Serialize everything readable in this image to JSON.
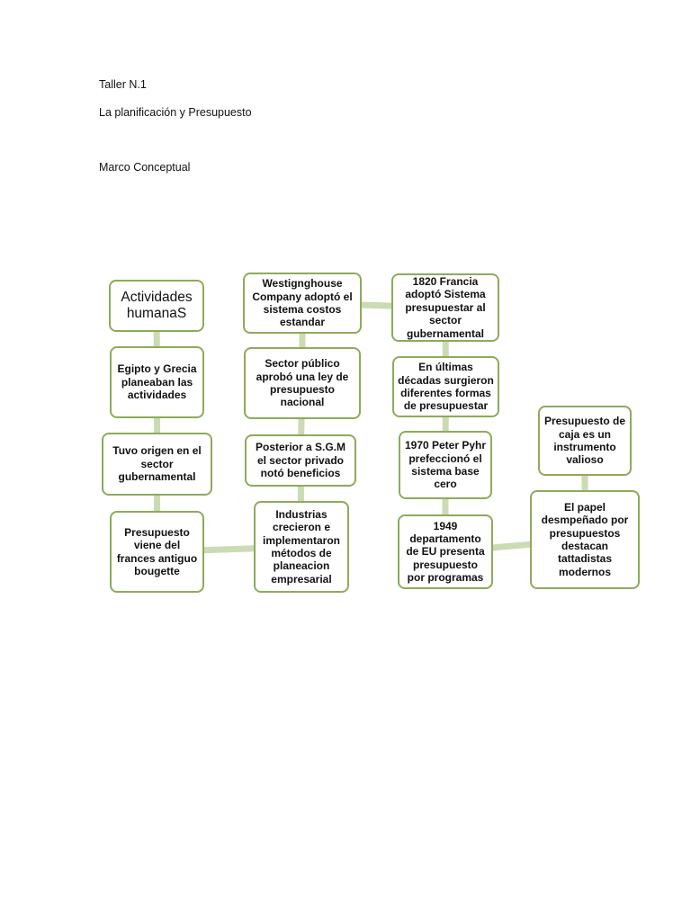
{
  "header": {
    "title": "Taller N.1",
    "subtitle": "La planificación y Presupuesto",
    "section": "Marco Conceptual"
  },
  "diagram": {
    "colors": {
      "border": "#8dab5a",
      "connector": "#cbdbb3",
      "fill": "#ffffff"
    },
    "nodes": [
      {
        "id": "n1",
        "text": "Actividades humanaS"
      },
      {
        "id": "n2",
        "text": "Egipto y Grecia planeaban las actividades"
      },
      {
        "id": "n3",
        "text": "Tuvo origen en el sector gubernamental"
      },
      {
        "id": "n4",
        "text": "Presupuesto viene del frances antiguo bougette"
      },
      {
        "id": "n5",
        "text": "Industrias crecieron e implementaron métodos de planeacion empresarial"
      },
      {
        "id": "n6",
        "text": "Posterior a S.G.M el sector privado notó beneficios"
      },
      {
        "id": "n7",
        "text": "Sector público aprobó una  ley de presupuesto nacional"
      },
      {
        "id": "n8",
        "text": "Westignghouse Company adoptó el sistema costos estandar"
      },
      {
        "id": "n9",
        "text": "1820  Francia adoptó Sistema presupuestar al sector gubernamental"
      },
      {
        "id": "n10",
        "text": "En últimas décadas surgieron diferentes formas de presupuestar"
      },
      {
        "id": "n11",
        "text": "1970 Peter Pyhr prefeccionó el sistema base cero"
      },
      {
        "id": "n12",
        "text": "1949 departamento de EU presenta presupuesto por programas"
      },
      {
        "id": "n13",
        "text": "El papel desmpeñado por presupuestos destacan tattadistas modernos"
      },
      {
        "id": "n14",
        "text": "Presupuesto de caja es un instrumento valioso"
      }
    ],
    "edges": [
      [
        "n1",
        "n2"
      ],
      [
        "n2",
        "n3"
      ],
      [
        "n3",
        "n4"
      ],
      [
        "n4",
        "n5"
      ],
      [
        "n5",
        "n6"
      ],
      [
        "n6",
        "n7"
      ],
      [
        "n7",
        "n8"
      ],
      [
        "n8",
        "n9"
      ],
      [
        "n9",
        "n10"
      ],
      [
        "n10",
        "n11"
      ],
      [
        "n11",
        "n12"
      ],
      [
        "n12",
        "n13"
      ],
      [
        "n13",
        "n14"
      ]
    ]
  }
}
